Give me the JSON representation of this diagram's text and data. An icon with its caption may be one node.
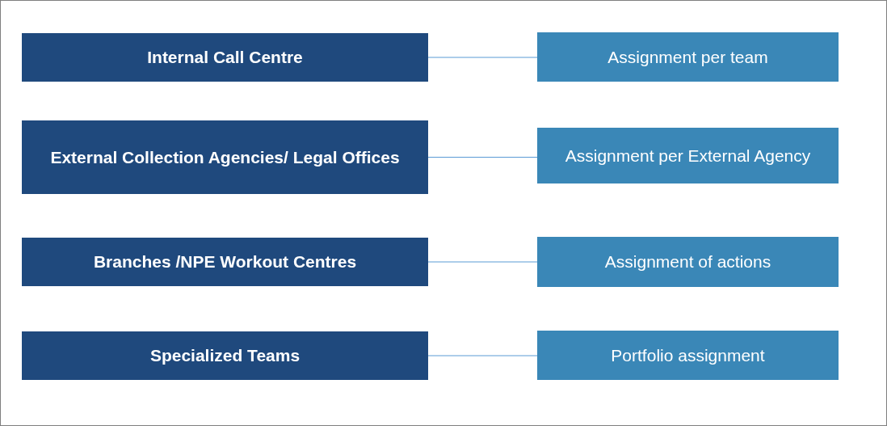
{
  "diagram": {
    "nodes": [
      {
        "text": [
          "Internal Call Centre"
        ]
      },
      {
        "text": [
          "Assignment per team"
        ]
      },
      {
        "text": [
          "External Collection Agencies/ Legal Offices"
        ]
      },
      {
        "text": [
          "Assignment per External Agency"
        ]
      },
      {
        "text": [
          "Branches /NPE Workout Centres"
        ]
      },
      {
        "text": [
          "Assignment of actions"
        ]
      },
      {
        "text": [
          "Specialized Teams"
        ]
      },
      {
        "text": [
          "Portfolio assignment"
        ]
      }
    ],
    "edges": [
      {
        "from": 0,
        "to": 1,
        "arrow": "none"
      },
      {
        "from": 2,
        "to": 3,
        "arrow": "none"
      },
      {
        "from": 4,
        "to": 5,
        "arrow": "none"
      },
      {
        "from": 6,
        "to": 7,
        "arrow": "none"
      }
    ]
  }
}
